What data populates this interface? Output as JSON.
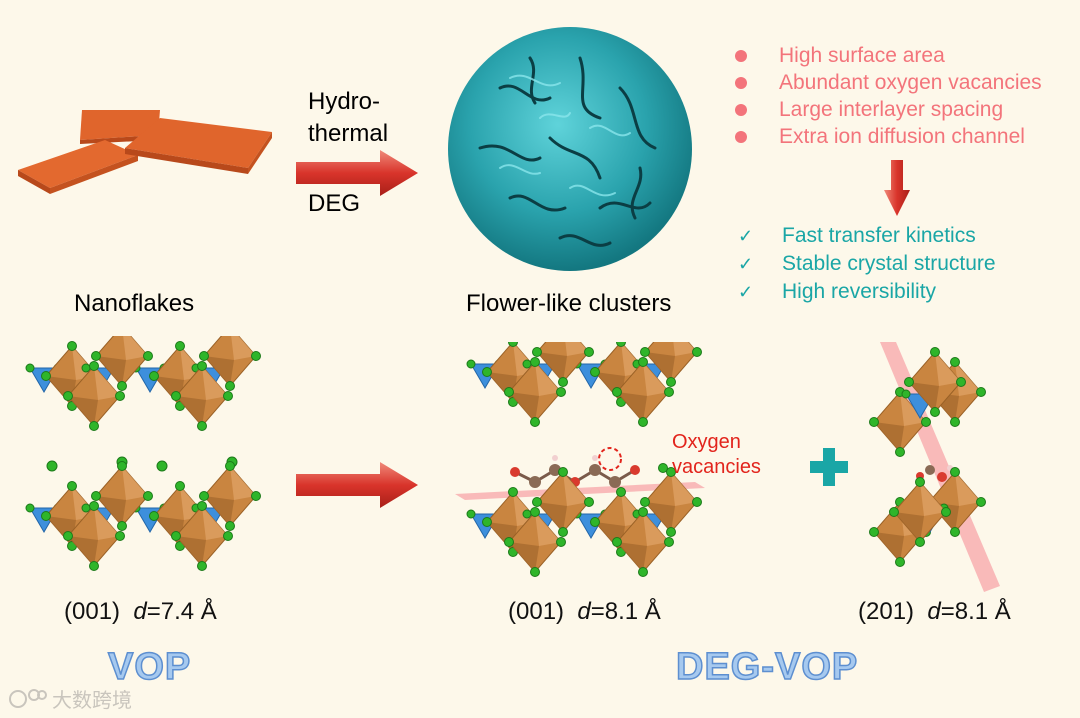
{
  "synthesis": {
    "arrow_top": "Hydro-",
    "arrow_mid": "thermal",
    "arrow_bottom": "DEG"
  },
  "labels": {
    "nanoflakes": "Nanoflakes",
    "flower": "Flower-like clusters"
  },
  "benefits": [
    "High surface area",
    "Abundant oxygen vacancies",
    "Large interlayer spacing",
    "Extra ion diffusion channel"
  ],
  "results": [
    "Fast transfer kinetics",
    "Stable crystal structure",
    "High reversibility"
  ],
  "structures": {
    "vop_plane": "(001)",
    "vop_d": "d",
    "vop_val": "=7.4 Å",
    "deg1_plane": "(001)",
    "deg1_d": "d",
    "deg1_val": "=8.1 Å",
    "deg2_plane": "(201)",
    "deg2_d": "d",
    "deg2_val": "=8.1 Å"
  },
  "oxygen_label_1": "Oxygen",
  "oxygen_label_2": "vacancies",
  "titles": {
    "vop": "VOP",
    "deg_vop": "DEG-VOP"
  },
  "watermark": "大数跨境",
  "colors": {
    "background": "#fdf8ea",
    "flake": "#e0652c",
    "flower": "#2aa3ad",
    "bullet": "#f3747b",
    "check": "#1aa6a6",
    "octahedron": "#c98540",
    "tetrahedron": "#3d8fdc",
    "oxygen_atom": "#2fb52a",
    "arrow": "#d9342b",
    "plus": "#1aa6a6"
  }
}
